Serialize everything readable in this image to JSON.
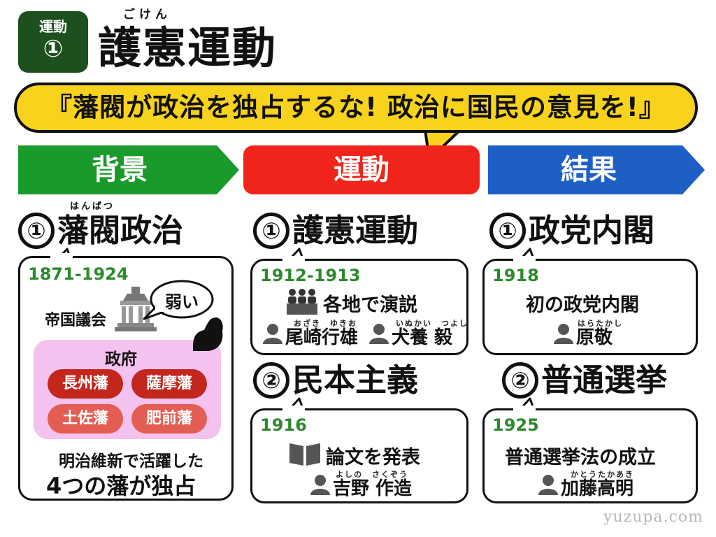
{
  "header": {
    "badge_label": "運動",
    "badge_number": "①",
    "title_ruby": "ごけん",
    "title": "護憲運動"
  },
  "slogan": "『藩閥が政治を独占するな! 政治に国民の意見を!』",
  "sections": {
    "background": "背景",
    "movement": "運動",
    "result": "結果"
  },
  "background": {
    "heading_number": "①",
    "heading_ruby": "はんばつ",
    "heading": "藩閥政治",
    "years": "1871-1924",
    "diet_label": "帝国議会",
    "weak_bubble": "弱い",
    "government_label": "政府",
    "domains": [
      "長州藩",
      "薩摩藩",
      "土佐藩",
      "肥前藩"
    ],
    "caption_line1": "明治維新で活躍した",
    "caption_line2": "4つの藩が独占"
  },
  "movement": {
    "item1": {
      "number": "①",
      "heading": "護憲運動",
      "years": "1912-1913",
      "action": "各地で演説",
      "person1_ruby": "おざき　ゆきお",
      "person1": "尾崎行雄",
      "person2_ruby": "いぬかい　つよし",
      "person2": "犬養 毅"
    },
    "item2": {
      "number": "②",
      "heading": "民本主義",
      "years": "1916",
      "action": "論文を発表",
      "person_ruby": "よしの　さくぞう",
      "person": "吉野 作造"
    }
  },
  "result": {
    "item1": {
      "number": "①",
      "heading": "政党内閣",
      "years": "1918",
      "action": "初の政党内閣",
      "person_ruby": "はらたかし",
      "person": "原敬"
    },
    "item2": {
      "number": "②",
      "heading": "普通選挙",
      "years": "1925",
      "action": "普通選挙法の成立",
      "person_ruby": "かとうたかあき",
      "person": "加藤高明"
    }
  },
  "watermark": "yuzupa.com",
  "colors": {
    "badge": "#1e4f1e",
    "slogan": "#f8d31d",
    "background_arrow": "#1a9a2a",
    "movement_box": "#f0241a",
    "result_arrow": "#1e5fc6",
    "year_green": "#2d8a2d",
    "government_panel": "#f3c2ee",
    "domain_dark": "#c2261c",
    "domain_light": "#e35d52"
  }
}
